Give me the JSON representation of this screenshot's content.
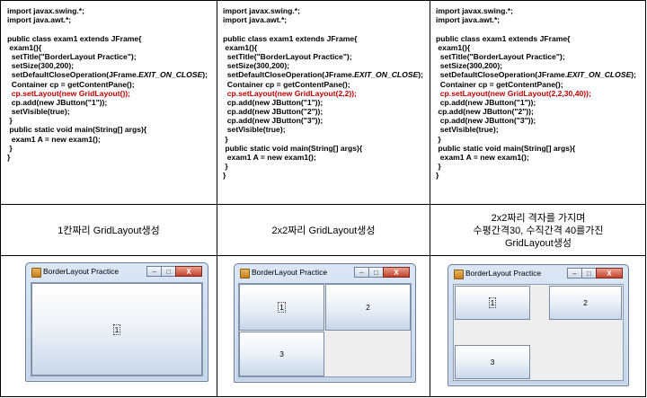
{
  "columns": [
    {
      "code": [
        {
          "t": "import javax.swing.*;"
        },
        {
          "t": "import java.awt.*;"
        },
        {
          "t": ""
        },
        {
          "t": "public class exam1 extends JFrame{"
        },
        {
          "t": " exam1(){"
        },
        {
          "t": "  setTitle(\"BorderLayout Practice\");"
        },
        {
          "t": "  setSize(300,200);"
        },
        {
          "t": "  setDefaultCloseOperation(JFrame.",
          "it": "EXIT_ON_CLOSE",
          "post": ");"
        },
        {
          "t": "  Container cp = getContentPane();"
        },
        {
          "t": "  cp.setLayout(new GridLayout());",
          "red": true
        },
        {
          "t": "  cp.add(new JButton(\"1\"));"
        },
        {
          "t": "  setVisible(true);"
        },
        {
          "t": " }"
        },
        {
          "t": " public static void main(String[] args){"
        },
        {
          "t": "  exam1 A = new exam1();"
        },
        {
          "t": " }"
        },
        {
          "t": "}"
        }
      ],
      "caption": [
        "1칸짜리 GridLayout생성"
      ],
      "window": {
        "title": "BorderLayout Practice",
        "buttons": [
          "1"
        ]
      }
    },
    {
      "code": [
        {
          "t": "import javax.swing.*;"
        },
        {
          "t": "import java.awt.*;"
        },
        {
          "t": ""
        },
        {
          "t": "public class exam1 extends JFrame{"
        },
        {
          "t": " exam1(){"
        },
        {
          "t": "  setTitle(\"BorderLayout Practice\");"
        },
        {
          "t": "  setSize(300,200);"
        },
        {
          "t": "  setDefaultCloseOperation(JFrame.",
          "it": "EXIT_ON_CLOSE",
          "post": ");"
        },
        {
          "t": "  Container cp = getContentPane();"
        },
        {
          "t": "  cp.setLayout(new GridLayout(2,2));",
          "red": true
        },
        {
          "t": "  cp.add(new JButton(\"1\"));"
        },
        {
          "t": "  cp.add(new JButton(\"2\"));"
        },
        {
          "t": "  cp.add(new JButton(\"3\"));"
        },
        {
          "t": "  setVisible(true);"
        },
        {
          "t": " }"
        },
        {
          "t": " public static void main(String[] args){"
        },
        {
          "t": "  exam1 A = new exam1();"
        },
        {
          "t": " }"
        },
        {
          "t": "}"
        }
      ],
      "caption": [
        "2x2짜리 GridLayout생성"
      ],
      "window": {
        "title": "BorderLayout Practice",
        "buttons": [
          "1",
          "2",
          "3"
        ]
      }
    },
    {
      "code": [
        {
          "t": "import javax.swing.*;"
        },
        {
          "t": "import java.awt.*;"
        },
        {
          "t": ""
        },
        {
          "t": "public class exam1 extends JFrame{"
        },
        {
          "t": " exam1(){"
        },
        {
          "t": "  setTitle(\"BorderLayout Practice\");"
        },
        {
          "t": "  setSize(300,200);"
        },
        {
          "t": "  setDefaultCloseOperation(JFrame.",
          "it": "EXIT_ON_CLOSE",
          "post": ");"
        },
        {
          "t": "  Container cp = getContentPane();"
        },
        {
          "t": "  cp.setLayout(new GridLayout(2,2,30,40));",
          "red": true
        },
        {
          "t": "  cp.add(new JButton(\"1\"));"
        },
        {
          "t": " cp.add(new JButton(\"2\"));"
        },
        {
          "t": "  cp.add(new JButton(\"3\"));"
        },
        {
          "t": "  setVisible(true);"
        },
        {
          "t": " }"
        },
        {
          "t": " public static void main(String[] args){"
        },
        {
          "t": "  exam1 A = new exam1();"
        },
        {
          "t": " }"
        },
        {
          "t": "}"
        }
      ],
      "caption": [
        "2x2짜리 격자를 가지며",
        "수평간격30, 수직간격 40를가진",
        "GridLayout생성"
      ],
      "window": {
        "title": "BorderLayout Practice",
        "buttons": [
          "1",
          "2",
          "3"
        ]
      }
    }
  ],
  "window_controls": {
    "minimize": "‒",
    "maximize": "□",
    "close": "X"
  },
  "colors": {
    "highlight": "#c00000",
    "title_bar": "#c5d6ea",
    "close_button": "#c4402b"
  }
}
